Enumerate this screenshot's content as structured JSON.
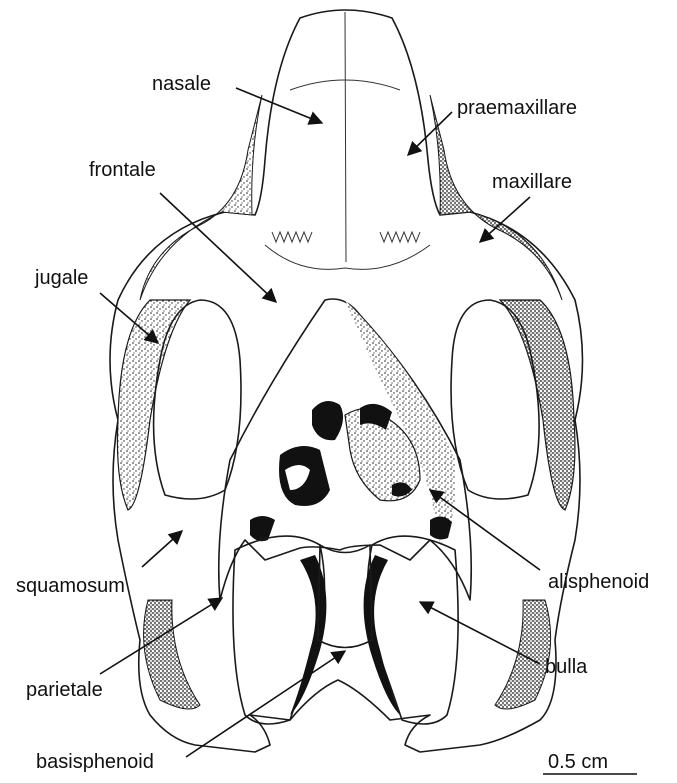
{
  "labels": {
    "nasale": "nasale",
    "praemaxillare": "praemaxillare",
    "frontale": "frontale",
    "maxillare": "maxillare",
    "jugale": "jugale",
    "squamosum": "squamosum",
    "alisphenoid": "alisphenoid",
    "parietale": "parietale",
    "bulla": "bulla",
    "basisphenoid": "basisphenoid"
  },
  "scale_bar": {
    "label": "0.5 cm"
  },
  "colors": {
    "ink": "#1a1a1a",
    "shade": "#000000",
    "background": "#ffffff"
  }
}
